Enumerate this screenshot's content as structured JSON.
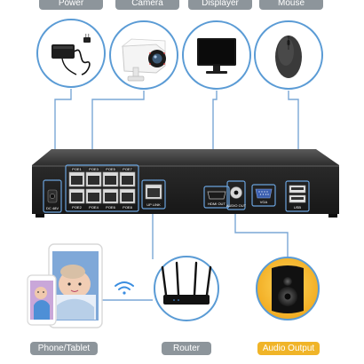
{
  "top_labels": {
    "power": "Power",
    "camera": "Camera",
    "display": "Displayer",
    "mouse": "Mouse"
  },
  "bottom_labels": {
    "phone": "Phone/Tablet",
    "router": "Router",
    "audio": "Audio Output"
  },
  "nvr_ports": {
    "poe_top": [
      "POE1",
      "POE3",
      "POE5",
      "POE7"
    ],
    "poe_bottom": [
      "POE2",
      "POE4",
      "POE6",
      "POE8"
    ],
    "dc": "DC 48V",
    "uplink": "UP LINK",
    "hdmi": "HDMI OUT",
    "audio": "AUDIO OUT",
    "vga": "VGA",
    "usb": "USB"
  },
  "icons": {
    "power": "power-adapter-icon",
    "camera": "bullet-camera-icon",
    "display": "monitor-icon",
    "mouse": "mouse-icon",
    "router": "router-icon",
    "audio": "speaker-icon",
    "wifi": "wifi-icon",
    "phone": "tablet-phone-icon"
  },
  "colors": {
    "connector": "#7aa7d6",
    "circle_border": "#5a9bd5",
    "label_grey": "#8d959b",
    "label_accent": "#f0b428",
    "audio_circle": "#f2b826"
  }
}
